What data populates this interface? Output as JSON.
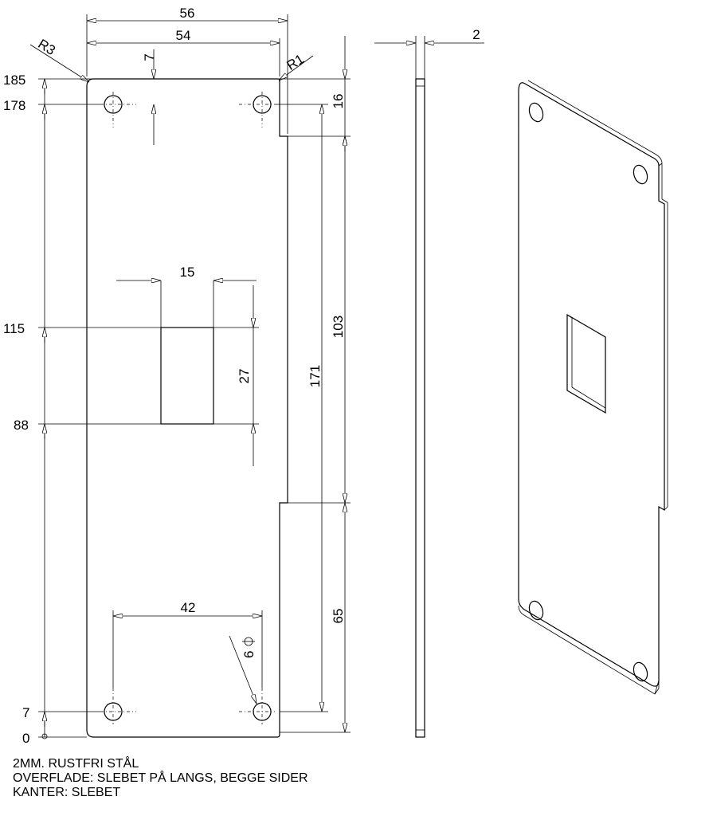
{
  "dimensions": {
    "width_overall": "56",
    "width_inner": "54",
    "corner_radius_left": "R3",
    "corner_radius_right": "R1",
    "hole_offset_top": "7",
    "thickness": "2",
    "notch_top": "16",
    "cutout_width": "15",
    "cutout_height": "27",
    "notch_span": "103",
    "hole_spacing_vertical": "171",
    "lower_notch": "65",
    "hole_spacing_horizontal": "42",
    "hole_diameter": "6"
  },
  "ordinates": [
    "185",
    "178",
    "115",
    "88",
    "7",
    "0"
  ],
  "notes": [
    "2MM. RUSTFRI STÅL",
    "OVERFLADE: SLEBET PÅ LANGS, BEGGE SIDER",
    "KANTER: SLEBET"
  ],
  "colors": {
    "line": "#000000",
    "background": "#ffffff"
  }
}
